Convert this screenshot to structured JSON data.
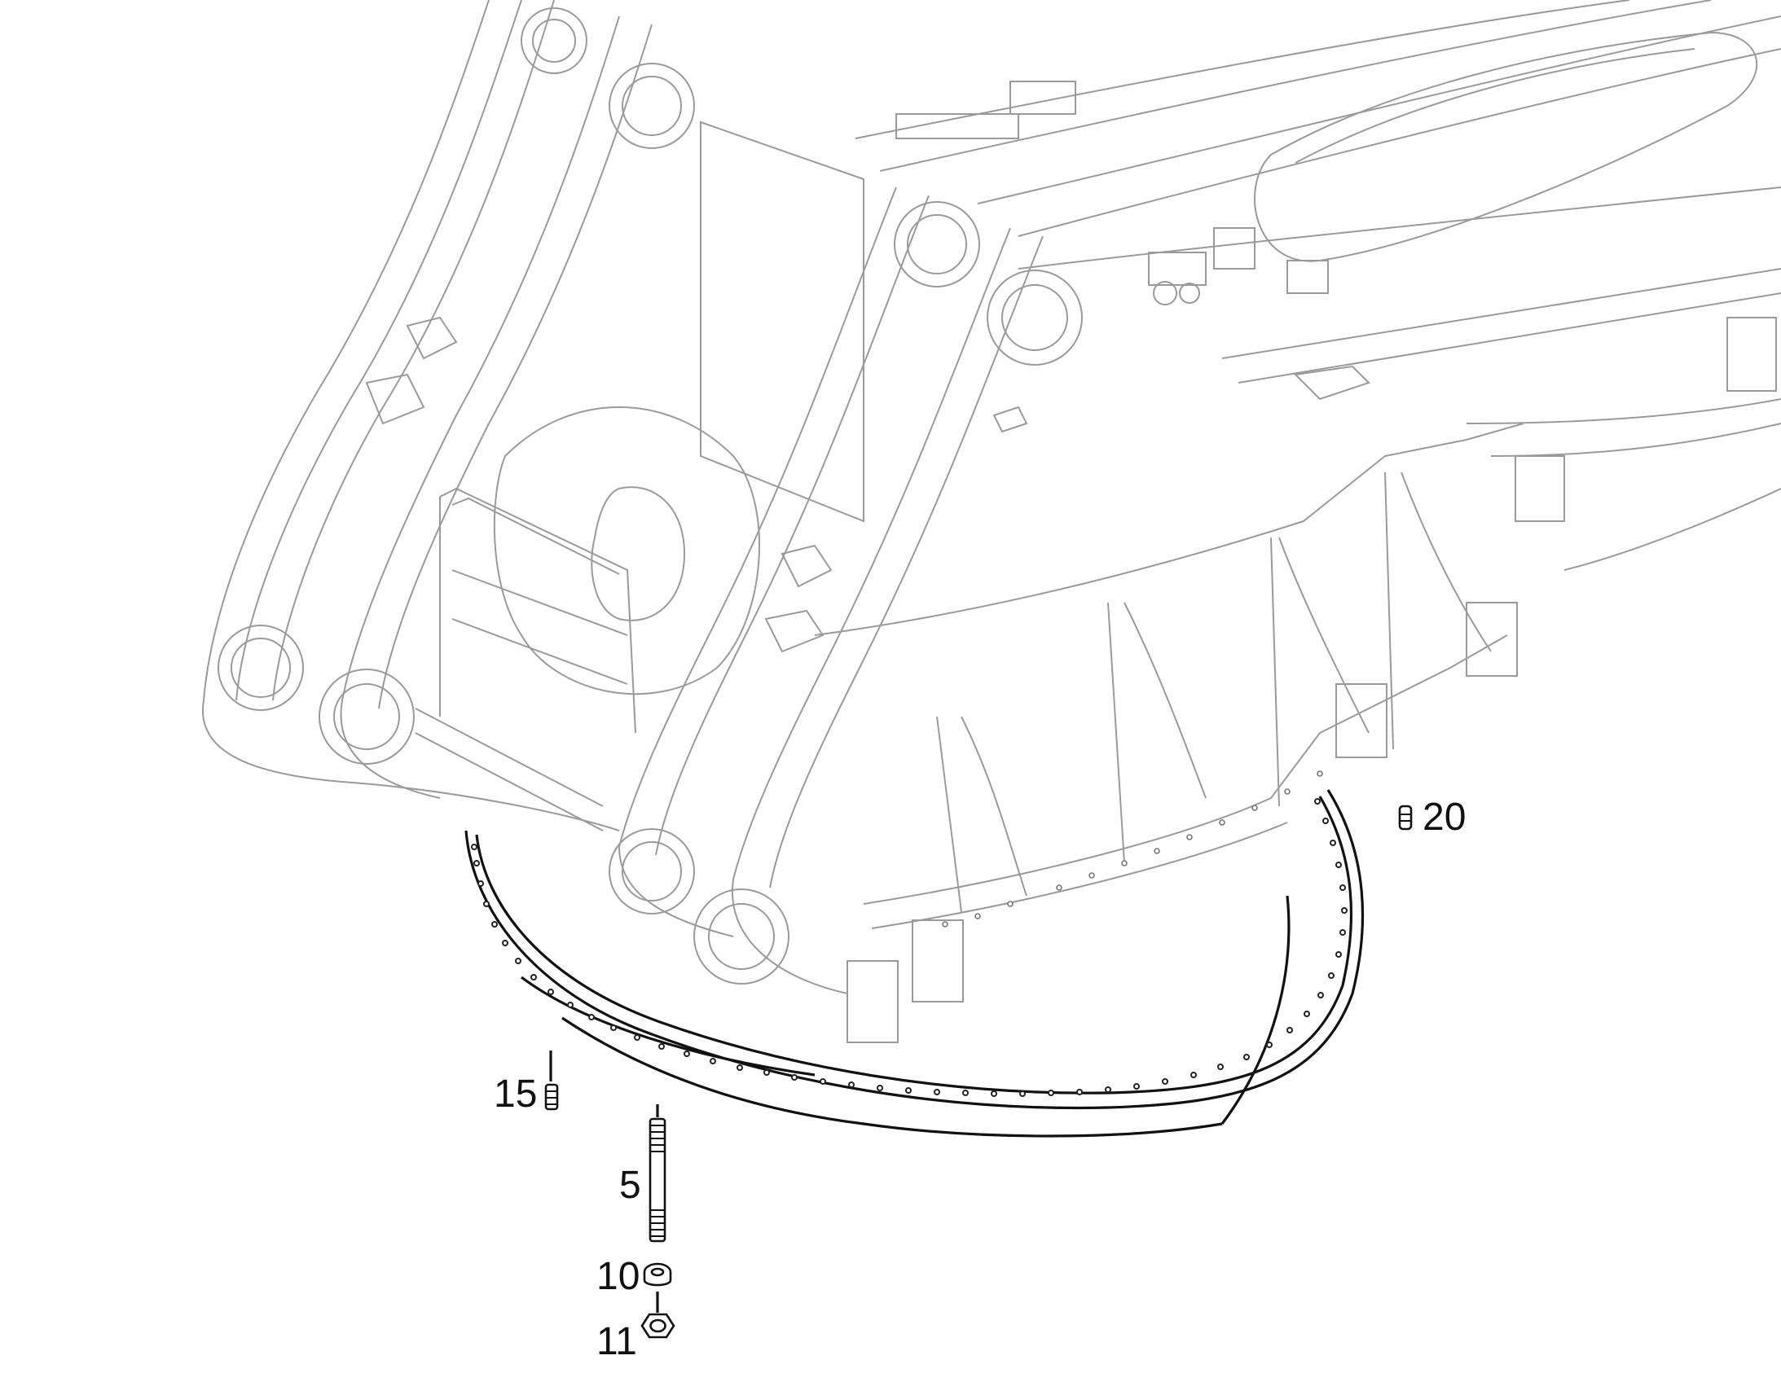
{
  "callouts": [
    {
      "id": "ring-bolt",
      "label": "20"
    },
    {
      "id": "plug",
      "label": "15"
    },
    {
      "id": "stud",
      "label": "5"
    },
    {
      "id": "washer",
      "label": "10"
    },
    {
      "id": "nut",
      "label": "11"
    }
  ],
  "colors": {
    "background": "#ffffff",
    "frame_lines": "#9a9a9a",
    "part_lines": "#111111"
  }
}
